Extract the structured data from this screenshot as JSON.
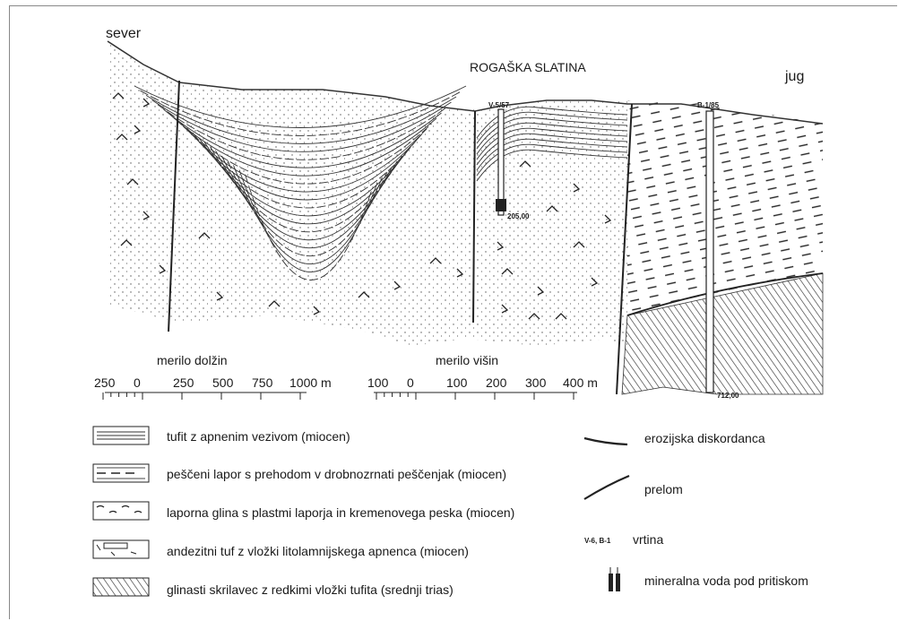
{
  "section": {
    "north": "sever",
    "south": "jug",
    "town": "ROGAŠKA SLATINA",
    "well1": "V-5/57",
    "well2": "B-1/85",
    "depth1": "205,00",
    "depth2": "712,00"
  },
  "scales": {
    "length": {
      "title": "merilo dolžin",
      "ticks": [
        "250",
        "0",
        "250",
        "500",
        "750",
        "1000 m"
      ]
    },
    "height": {
      "title": "merilo višin",
      "ticks": [
        "100",
        "0",
        "100",
        "200",
        "300",
        "400 m"
      ]
    }
  },
  "legend": {
    "units": [
      {
        "pattern": "tufite",
        "label": "tufit z apnenim vezivom (miocen)"
      },
      {
        "pattern": "marl",
        "label": "peščeni lapor s prehodom v drobnozrnati peščenjak (miocen)"
      },
      {
        "pattern": "clay",
        "label": "laporna glina s plastmi laporja in kremenovega peska (miocen)"
      },
      {
        "pattern": "andesite",
        "label": "andezitni tuf z vložki litolamnijskega apnenca (miocen)"
      },
      {
        "pattern": "shale",
        "label": "glinasti skrilavec z redkimi vložki tufita (srednji trias)"
      }
    ],
    "symbols": [
      {
        "icon": "erosion-line-icon",
        "label": "erozijska diskordanca"
      },
      {
        "icon": "fault-line-icon",
        "label": "prelom"
      },
      {
        "icon": "well-icon",
        "code": "V-6, B-1",
        "label": "vrtina"
      },
      {
        "icon": "mineral-water-icon",
        "label": "mineralna voda pod pritiskom"
      }
    ]
  }
}
